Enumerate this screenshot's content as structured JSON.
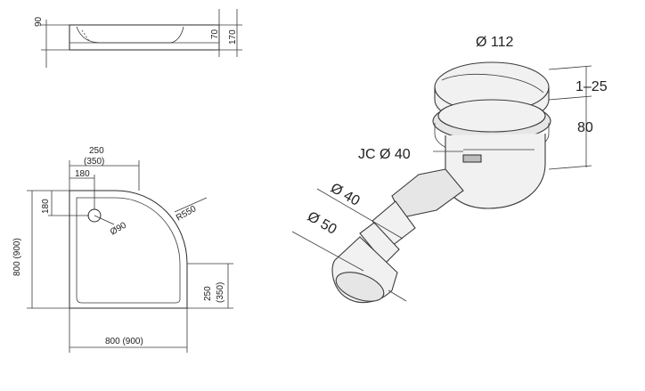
{
  "side_view": {
    "dim_height_left": "90",
    "dim_height_inner": "70",
    "dim_height_total": "170"
  },
  "plan_view": {
    "dim_top_width": "250",
    "dim_top_width_alt": "(350)",
    "dim_drain_x": "180",
    "dim_drain_y": "180",
    "dim_radius": "R550",
    "dim_drain_diameter": "Ø90",
    "dim_height": "800 (900)",
    "dim_width": "800 (900)",
    "dim_side": "250",
    "dim_side_alt": "(350)"
  },
  "siphon": {
    "dim_cover_diameter": "Ø 112",
    "dim_adjust": "1–25",
    "dim_height": "80",
    "dim_outlet_label": "JC Ø 40",
    "dim_pipe_40": "Ø 40",
    "dim_pipe_50": "Ø 50"
  }
}
